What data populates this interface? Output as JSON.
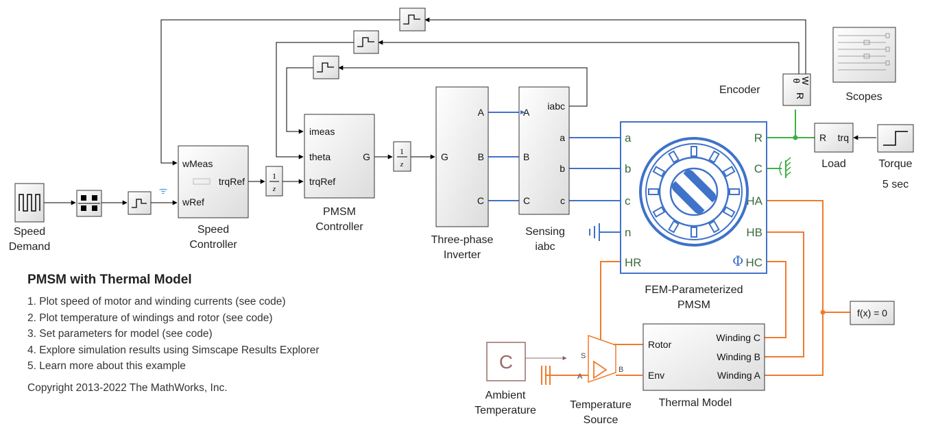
{
  "blocks": {
    "speed_demand": "Speed\nDemand",
    "speed_controller": "Speed\nController",
    "pmsm_controller": "PMSM\nController",
    "inverter": "Three-phase\nInverter",
    "sensing": "Sensing\niabc",
    "fem_pmsm": "FEM-Parameterized\nPMSM",
    "encoder": "Encoder",
    "scopes": "Scopes",
    "load": "Load",
    "torque": "Torque",
    "torque_time": "5 sec",
    "thermal_model": "Thermal Model",
    "ambient_temp": "Ambient\nTemperature",
    "temp_source": "Temperature\nSource",
    "solver": "f(x) = 0",
    "unit_delay": "1\nz"
  },
  "ports": {
    "speed_ctrl_in1": "wMeas",
    "speed_ctrl_in2": "wRef",
    "speed_ctrl_out": "trqRef",
    "pmsm_ctrl_in1": "imeas",
    "pmsm_ctrl_in2": "theta",
    "pmsm_ctrl_in3": "trqRef",
    "pmsm_ctrl_out": "G",
    "inv_in": "G",
    "inv_a": "A",
    "inv_b": "B",
    "inv_c": "C",
    "sens_a_in": "A",
    "sens_b_in": "B",
    "sens_c_in": "C",
    "sens_iabc": "iabc",
    "sens_a": "a",
    "sens_b": "b",
    "sens_c": "c",
    "mot_a": "a",
    "mot_b": "b",
    "mot_c": "c",
    "mot_n": "n",
    "mot_hr": "HR",
    "mot_r": "R",
    "mot_c2": "C",
    "mot_ha": "HA",
    "mot_hb": "HB",
    "mot_hc": "HC",
    "load_r": "R",
    "load_trq": "trq",
    "th_rotor": "Rotor",
    "th_env": "Env",
    "th_wc": "Winding C",
    "th_wb": "Winding B",
    "th_wa": "Winding A",
    "src_s": "S",
    "src_a": "A",
    "src_b": "B",
    "ambient_glyph": "C"
  },
  "panel": {
    "title": "PMSM with Thermal Model",
    "items": [
      "1. Plot speed of motor and winding currents (see code)",
      "2. Plot temperature of windings and rotor (see code)",
      "3. Set parameters for model (see code)",
      "4. Explore simulation results using Simscape Results Explorer",
      "5. Learn more about this example"
    ],
    "copyright": "Copyright 2013-2022 The MathWorks, Inc."
  },
  "colors": {
    "electrical": "#3f72c9",
    "mechanical": "#3cb043",
    "thermal": "#f07a2a",
    "signal": "#000000"
  }
}
